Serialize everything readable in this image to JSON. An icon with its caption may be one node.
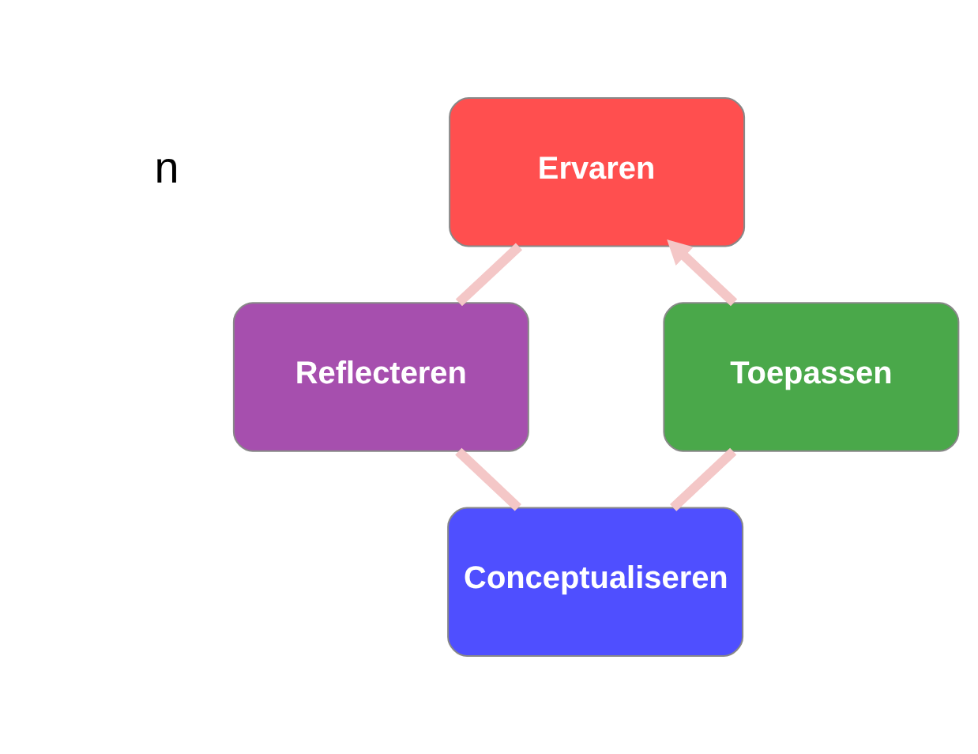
{
  "diagram": {
    "nodes": [
      {
        "text": [
          "Ervaren"
        ]
      },
      {
        "text": [
          "Reflecteren"
        ]
      },
      {
        "text": [
          "Conceptualiseren"
        ]
      },
      {
        "text": [
          "Toepassen"
        ]
      }
    ],
    "edges": [
      {
        "from": 0,
        "to": 1,
        "arrow": "none"
      },
      {
        "from": 1,
        "to": 2,
        "arrow": "none"
      },
      {
        "from": 2,
        "to": 3,
        "arrow": "none"
      },
      {
        "from": 3,
        "to": 0,
        "arrow": "to"
      }
    ],
    "labels": [
      "n"
    ]
  }
}
